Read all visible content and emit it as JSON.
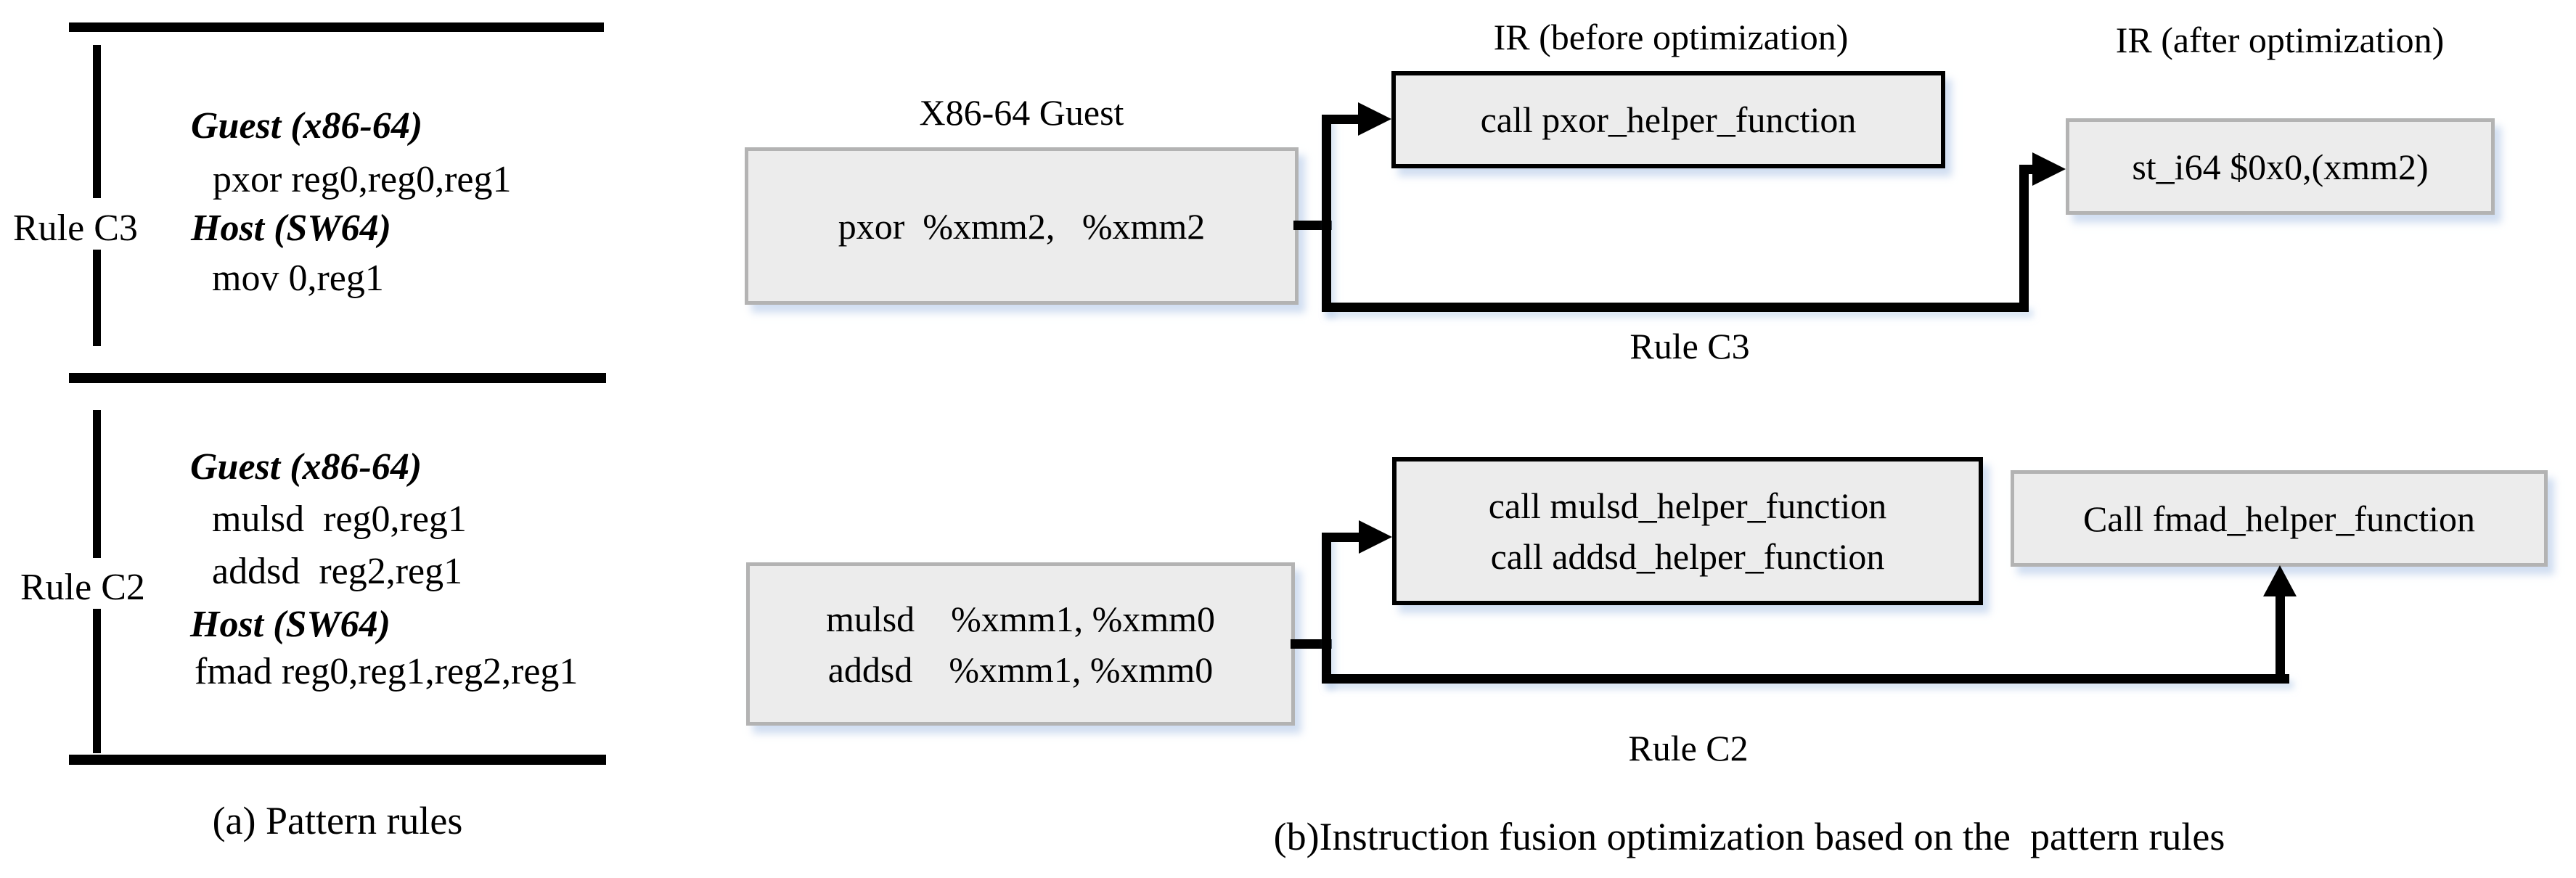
{
  "colors": {
    "box_fill": "#ececec",
    "border_gray": "#b3b3b3",
    "border_black": "#000000",
    "line": "#000000",
    "shadow": "#b8cde9"
  },
  "panel_a": {
    "caption": "(a) Pattern rules",
    "rule_c3": {
      "label": "Rule C3",
      "guest_header": "Guest (x86-64)",
      "guest_line": "pxor reg0,reg0,reg1",
      "host_header": "Host (SW64)",
      "host_line": "mov 0,reg1"
    },
    "rule_c2": {
      "label": "Rule C2",
      "guest_header": "Guest (x86-64)",
      "guest_line1": "mulsd  reg0,reg1",
      "guest_line2": "addsd  reg2,reg1",
      "host_header": "Host (SW64)",
      "host_line": "fmad reg0,reg1,reg2,reg1"
    }
  },
  "panel_b": {
    "caption": "(b)Instruction fusion optimization based on the  pattern rules",
    "guest_title": "X86-64 Guest",
    "ir_before_title": "IR (before optimization)",
    "ir_after_title": "IR (after optimization)",
    "c3": {
      "guest_box_text": "pxor  %xmm2,   %xmm2",
      "ir_before_text": "call pxor_helper_function",
      "ir_after_text": "st_i64 $0x0,(xmm2)",
      "rule_label": "Rule C3"
    },
    "c2": {
      "guest_box_line1": "mulsd    %xmm1, %xmm0",
      "guest_box_line2": "addsd    %xmm1, %xmm0",
      "ir_before_line1": "call mulsd_helper_function",
      "ir_before_line2": "call addsd_helper_function",
      "ir_after_text": "Call fmad_helper_function",
      "rule_label": "Rule C2"
    }
  }
}
